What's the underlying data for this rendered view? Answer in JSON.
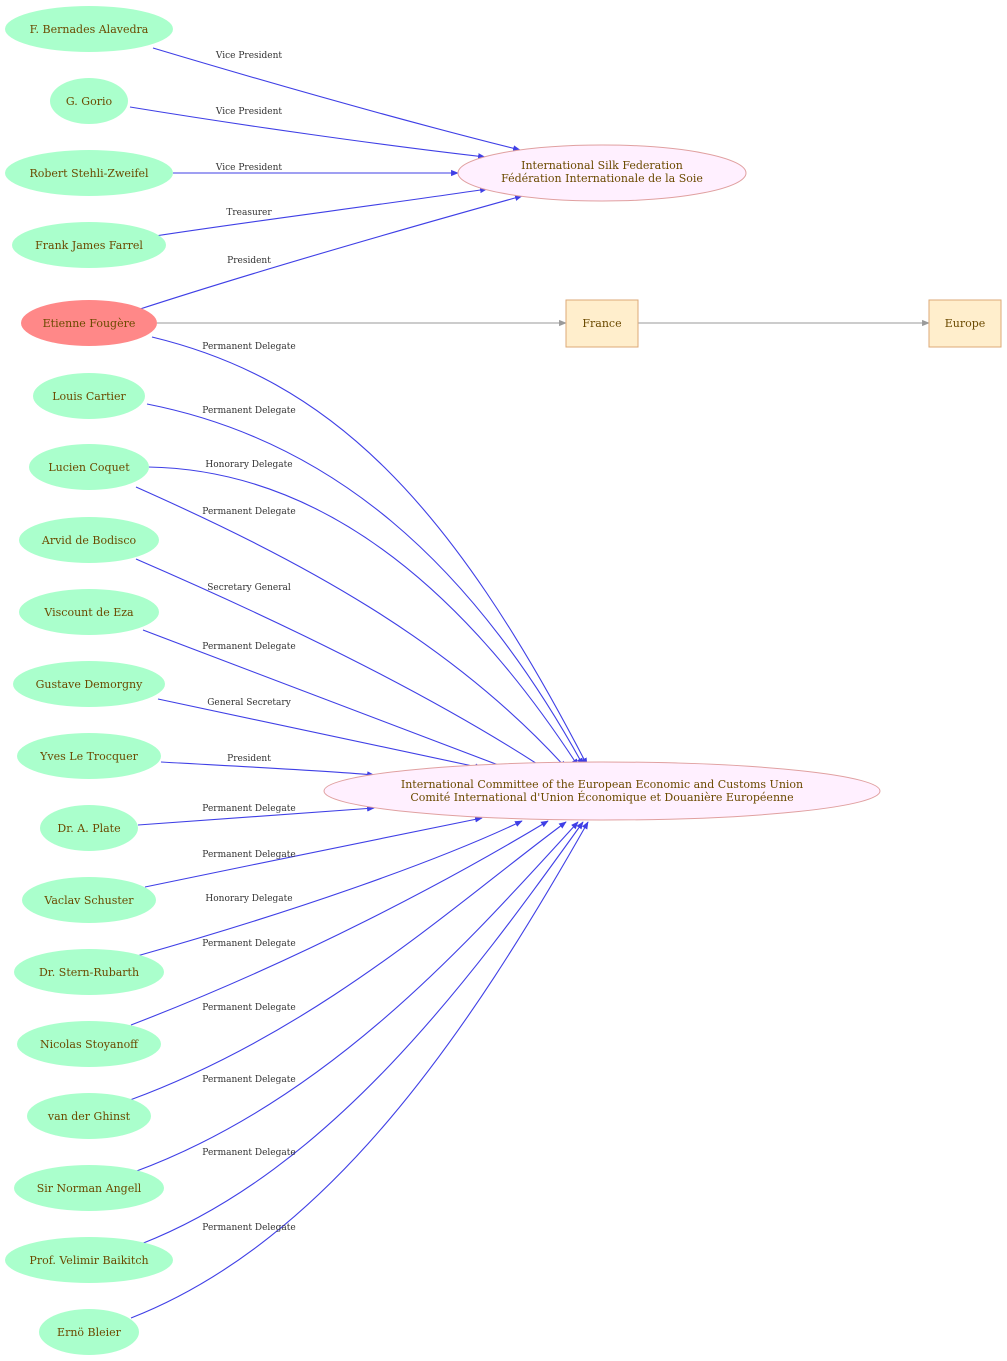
{
  "colors": {
    "person_fill": "#aaffcc",
    "person_highlight_fill": "#ff8888",
    "org_fill": "#fff0ff",
    "org_stroke": "#e0a0a0",
    "place_fill": "#ffeecc",
    "place_stroke": "#ddaa77",
    "edge_blue": "#3f3fe6",
    "edge_grey": "#9a9a9a"
  },
  "nodes": {
    "bernades": "F. Bernades Alavedra",
    "gorio": "G. Gorio",
    "stehli": "Robert Stehli-Zweifel",
    "farrel": "Frank James Farrel",
    "fougere": "Etienne Fougère",
    "cartier": "Louis Cartier",
    "coquet": "Lucien Coquet",
    "bodisco": "Arvid de Bodisco",
    "eza": "Viscount  de Eza",
    "demorgny": "Gustave Demorgny",
    "trocquer": "Yves Le Trocquer",
    "plate": "Dr. A. Plate",
    "schuster": "Vaclav Schuster",
    "rubarth": "Dr. Stern-Rubarth",
    "stoyanoff": "Nicolas Stoyanoff",
    "ghinst": "van der Ghinst",
    "angell": "Sir Norman Angell",
    "baikitch": "Prof. Velimir Baikitch",
    "bleier": "Ernö Bleier",
    "silk_line1": "International Silk Federation",
    "silk_line2": "Fédération Internationale de la Soie",
    "committee_line1": "International Committee of the European Economic and Customs Union",
    "committee_line2": "Comité International d'Union Économique et Douanière Européenne",
    "france": "France",
    "europe": "Europe"
  },
  "edge_labels": {
    "bernades": "Vice President",
    "gorio": "Vice President",
    "stehli": "Vice President",
    "farrel": "Treasurer",
    "fougere_silk": "President",
    "fougere_committee": "Permanent Delegate",
    "cartier": "Permanent Delegate",
    "coquet_honorary": "Honorary Delegate",
    "coquet_permanent": "Permanent Delegate",
    "bodisco": "Secretary General",
    "eza": "Permanent Delegate",
    "demorgny": "General Secretary",
    "trocquer": "President",
    "plate": "Permanent Delegate",
    "schuster": "Permanent Delegate",
    "rubarth": "Honorary Delegate",
    "stoyanoff": "Permanent Delegate",
    "ghinst": "Permanent Delegate",
    "angell": "Permanent Delegate",
    "baikitch": "Permanent Delegate",
    "bleier": "Permanent Delegate"
  }
}
